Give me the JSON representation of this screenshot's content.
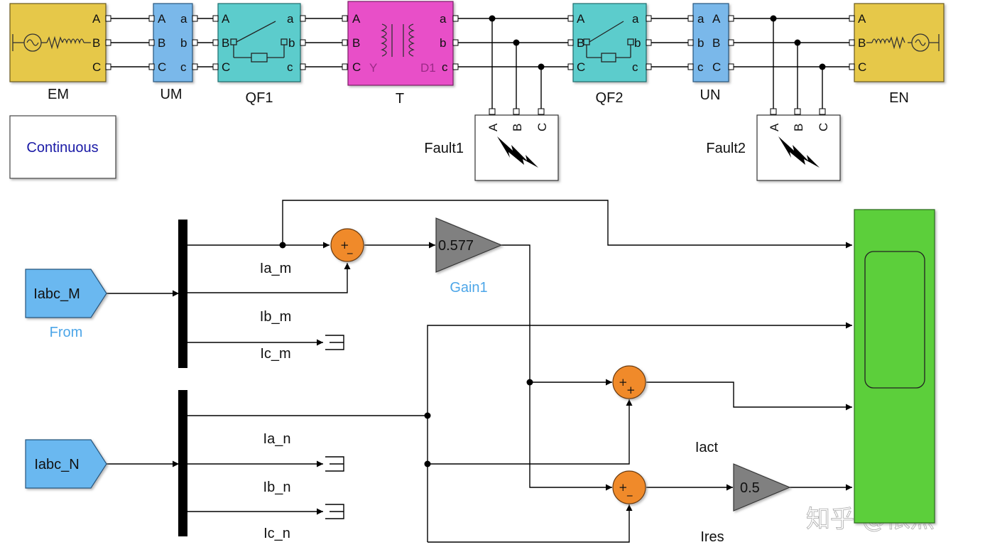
{
  "power_blocks": {
    "em": {
      "label": "EM",
      "ports": [
        "A",
        "B",
        "C"
      ]
    },
    "um": {
      "label": "UM",
      "ports_left": [
        "A",
        "B",
        "C"
      ],
      "ports_right": [
        "a",
        "b",
        "c"
      ]
    },
    "qf1": {
      "label": "QF1",
      "ports_left": [
        "A",
        "B",
        "C"
      ],
      "ports_right": [
        "a",
        "b",
        "c"
      ]
    },
    "t": {
      "label": "T",
      "ports_left": [
        "A",
        "B",
        "C"
      ],
      "ports_right": [
        "a",
        "b",
        "c"
      ],
      "inner_left": "Y",
      "inner_right": "D1"
    },
    "qf2": {
      "label": "QF2",
      "ports_left": [
        "A",
        "B",
        "C"
      ],
      "ports_right": [
        "a",
        "b",
        "c"
      ]
    },
    "un": {
      "label": "UN",
      "ports_left": [
        "a",
        "b",
        "c"
      ],
      "ports_right": [
        "A",
        "B",
        "C"
      ]
    },
    "en": {
      "label": "EN",
      "ports": [
        "A",
        "B",
        "C"
      ]
    },
    "fault1": {
      "label": "Fault1",
      "ports": [
        "A",
        "B",
        "C"
      ]
    },
    "fault2": {
      "label": "Fault2",
      "ports": [
        "A",
        "B",
        "C"
      ]
    },
    "powergui": {
      "label": "Continuous"
    }
  },
  "control": {
    "from_m": {
      "label": "Iabc_M",
      "caption": "From"
    },
    "from_n": {
      "label": "Iabc_N"
    },
    "signals_m": [
      "Ia_m",
      "Ib_m",
      "Ic_m"
    ],
    "signals_n": [
      "Ia_n",
      "Ib_n",
      "Ic_n"
    ],
    "gain1": {
      "value": "0.577",
      "caption": "Gain1"
    },
    "gain2": {
      "value": "0.5"
    },
    "sum1_signs": [
      "+",
      "_"
    ],
    "sum2_signs": [
      "+",
      "+"
    ],
    "sum3_signs": [
      "+",
      "_"
    ],
    "iact_label": "Iact",
    "ires_label": "Ires"
  },
  "watermark": "知乎 @依然",
  "colors": {
    "source_yellow": "#e6c84a",
    "measure_blue": "#7ab8ea",
    "breaker_cyan": "#5ccccc",
    "transformer_magenta": "#e84fc8",
    "sum_orange": "#f08a2a",
    "gain_gray": "#808080",
    "scope_green": "#5ccf3a",
    "from_blue": "#6ab8f0"
  }
}
